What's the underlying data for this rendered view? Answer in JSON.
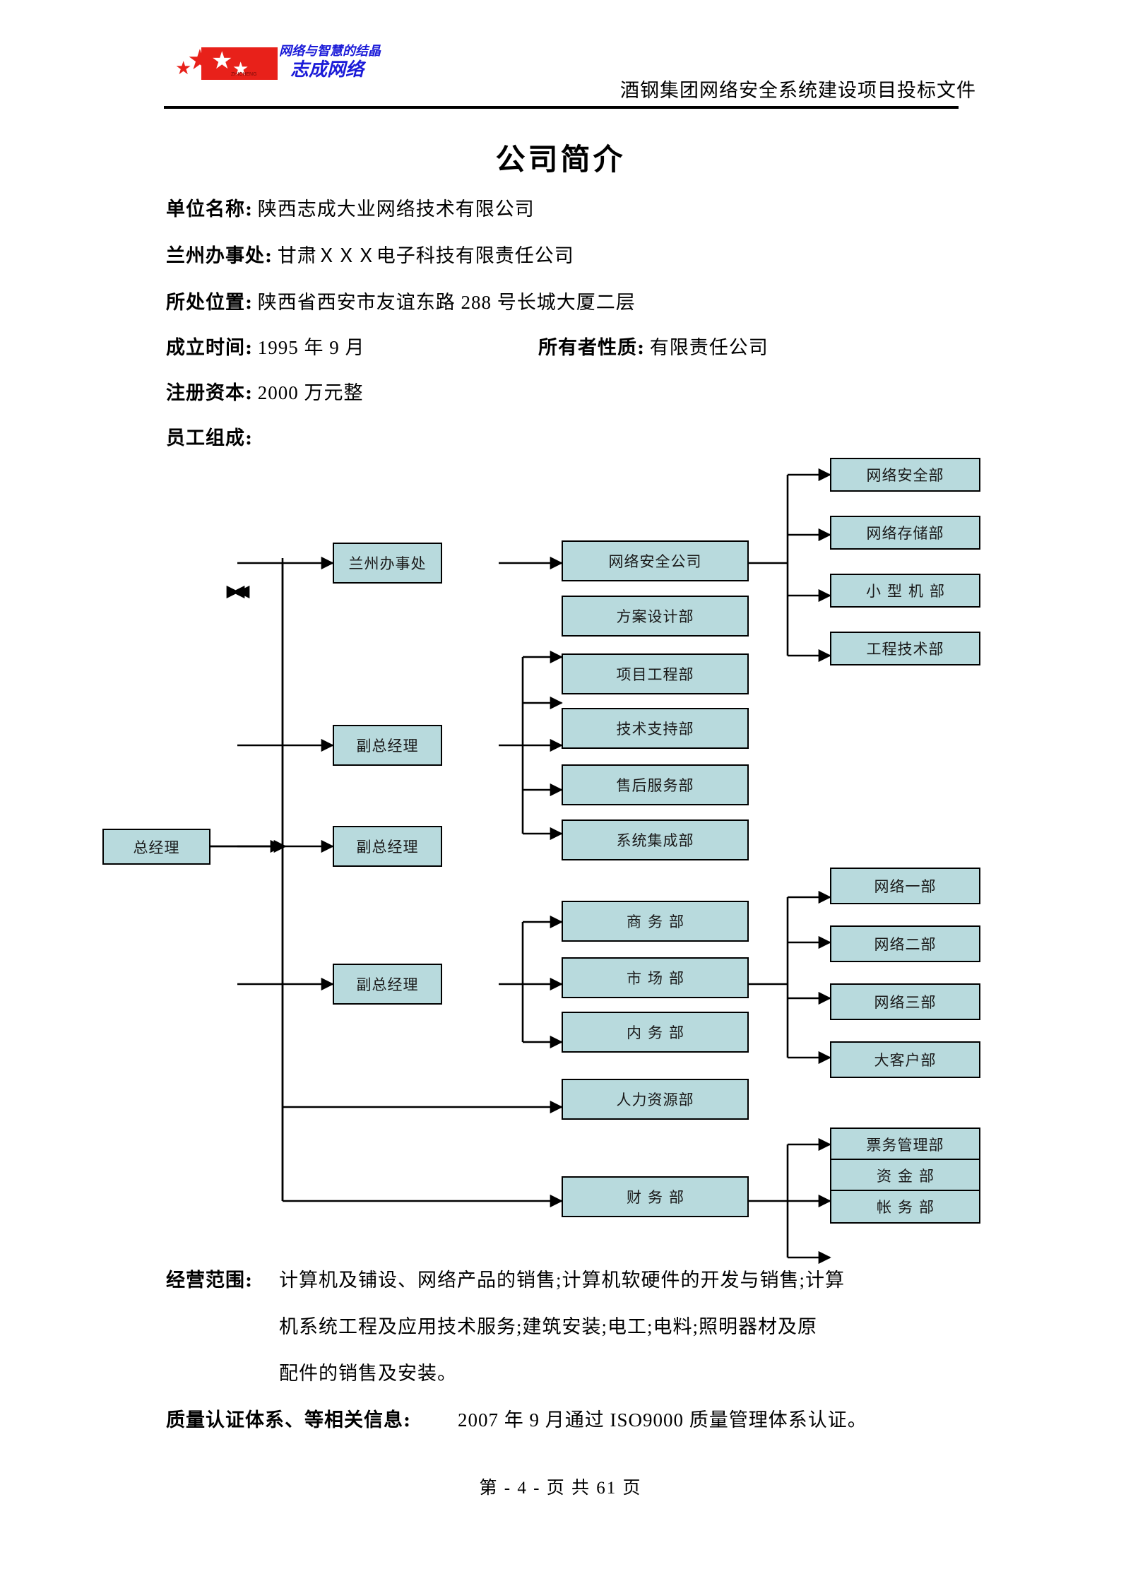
{
  "header": {
    "logo": {
      "tagline": "网络与智慧的结晶",
      "brand": "志成网络",
      "pinyin": "ZHICHENG",
      "star_glyph": "★"
    },
    "title": "酒钢集团网络安全系统建设项目投标文件"
  },
  "document": {
    "title": "公司简介"
  },
  "info": [
    {
      "label": "单位名称:",
      "value": "陕西志成大业网络技术有限公司"
    },
    {
      "label": "兰州办事处:",
      "value": "甘肃ＸＸＸ电子科技有限责任公司"
    },
    {
      "label": "所处位置:",
      "value": "陕西省西安市友谊东路 288 号长城大厦二层"
    },
    {
      "label": "成立时间:",
      "value": "1995 年 9 月"
    },
    {
      "label": "注册资本:",
      "value": "2000 万元整"
    },
    {
      "label": "员工组成:",
      "value": ""
    }
  ],
  "info_right": {
    "label": "所有者性质:",
    "value": "有限责任公司"
  },
  "chart_data": {
    "type": "diagram",
    "title": "员工组成",
    "box_fill": "#b8dadd",
    "box_border": "#000000",
    "nodes": [
      {
        "id": "gm",
        "label": "总经理",
        "spaced": false
      },
      {
        "id": "lz",
        "label": "兰州办事处",
        "spaced": false
      },
      {
        "id": "vgm1",
        "label": "副总经理",
        "spaced": false
      },
      {
        "id": "vgm2",
        "label": "副总经理",
        "spaced": false
      },
      {
        "id": "vgm3",
        "label": "副总经理",
        "spaced": false
      },
      {
        "id": "netsec_co",
        "label": "网络安全公司",
        "spaced": false
      },
      {
        "id": "plan",
        "label": "方案设计部",
        "spaced": false
      },
      {
        "id": "proj",
        "label": "项目工程部",
        "spaced": false
      },
      {
        "id": "tech",
        "label": "技术支持部",
        "spaced": false
      },
      {
        "id": "aftersale",
        "label": "售后服务部",
        "spaced": false
      },
      {
        "id": "sysint",
        "label": "系统集成部",
        "spaced": false
      },
      {
        "id": "biz",
        "label": "商务部",
        "spaced": true
      },
      {
        "id": "market",
        "label": "市场部",
        "spaced": true
      },
      {
        "id": "internal",
        "label": "内务部",
        "spaced": true
      },
      {
        "id": "hr",
        "label": "人力资源部",
        "spaced": false
      },
      {
        "id": "finance",
        "label": "财务部",
        "spaced": true
      },
      {
        "id": "netsec_d",
        "label": "网络安全部",
        "spaced": false
      },
      {
        "id": "netstore",
        "label": "网络存储部",
        "spaced": false
      },
      {
        "id": "minicomp",
        "label": "小型机部",
        "spaced": true
      },
      {
        "id": "engtech",
        "label": "工程技术部",
        "spaced": false
      },
      {
        "id": "net1",
        "label": "网络一部",
        "spaced": false
      },
      {
        "id": "net2",
        "label": "网络二部",
        "spaced": false
      },
      {
        "id": "net3",
        "label": "网络三部",
        "spaced": false
      },
      {
        "id": "keyacct",
        "label": "大客户部",
        "spaced": false
      },
      {
        "id": "ticket",
        "label": "票务管理部",
        "spaced": false
      },
      {
        "id": "fund",
        "label": "资金部",
        "spaced": true
      },
      {
        "id": "account",
        "label": "帐务部",
        "spaced": true
      }
    ],
    "edges": [
      {
        "from": "gm",
        "to": "lz"
      },
      {
        "from": "gm",
        "to": "vgm1"
      },
      {
        "from": "gm",
        "to": "vgm2"
      },
      {
        "from": "gm",
        "to": "vgm3"
      },
      {
        "from": "gm",
        "to": "hr"
      },
      {
        "from": "gm",
        "to": "finance"
      },
      {
        "from": "lz",
        "to": "netsec_co"
      },
      {
        "from": "vgm1",
        "to": "plan"
      },
      {
        "from": "vgm1",
        "to": "proj"
      },
      {
        "from": "vgm1",
        "to": "tech"
      },
      {
        "from": "vgm1",
        "to": "aftersale"
      },
      {
        "from": "vgm1",
        "to": "sysint"
      },
      {
        "from": "vgm3",
        "to": "biz"
      },
      {
        "from": "vgm3",
        "to": "market"
      },
      {
        "from": "vgm3",
        "to": "internal"
      },
      {
        "from": "netsec_co",
        "to": "netsec_d"
      },
      {
        "from": "netsec_co",
        "to": "netstore"
      },
      {
        "from": "netsec_co",
        "to": "minicomp"
      },
      {
        "from": "netsec_co",
        "to": "engtech"
      },
      {
        "from": "market",
        "to": "net1"
      },
      {
        "from": "market",
        "to": "net2"
      },
      {
        "from": "market",
        "to": "net3"
      },
      {
        "from": "market",
        "to": "keyacct"
      },
      {
        "from": "finance",
        "to": "ticket"
      },
      {
        "from": "finance",
        "to": "fund"
      },
      {
        "from": "finance",
        "to": "account"
      }
    ]
  },
  "paragraphs": {
    "scope_label": "经营范围:",
    "scope_lines": [
      "计算机及铺设、网络产品的销售;计算机软硬件的开发与销售;计算",
      "机系统工程及应用技术服务;建筑安装;电工;电料;照明器材及原",
      "配件的销售及安装。"
    ],
    "cert_label": "质量认证体系、等相关信息:",
    "cert_value": "2007 年 9 月通过 ISO9000 质量管理体系认证。"
  },
  "footer": {
    "text": "第 - 4 - 页 共 61 页"
  }
}
